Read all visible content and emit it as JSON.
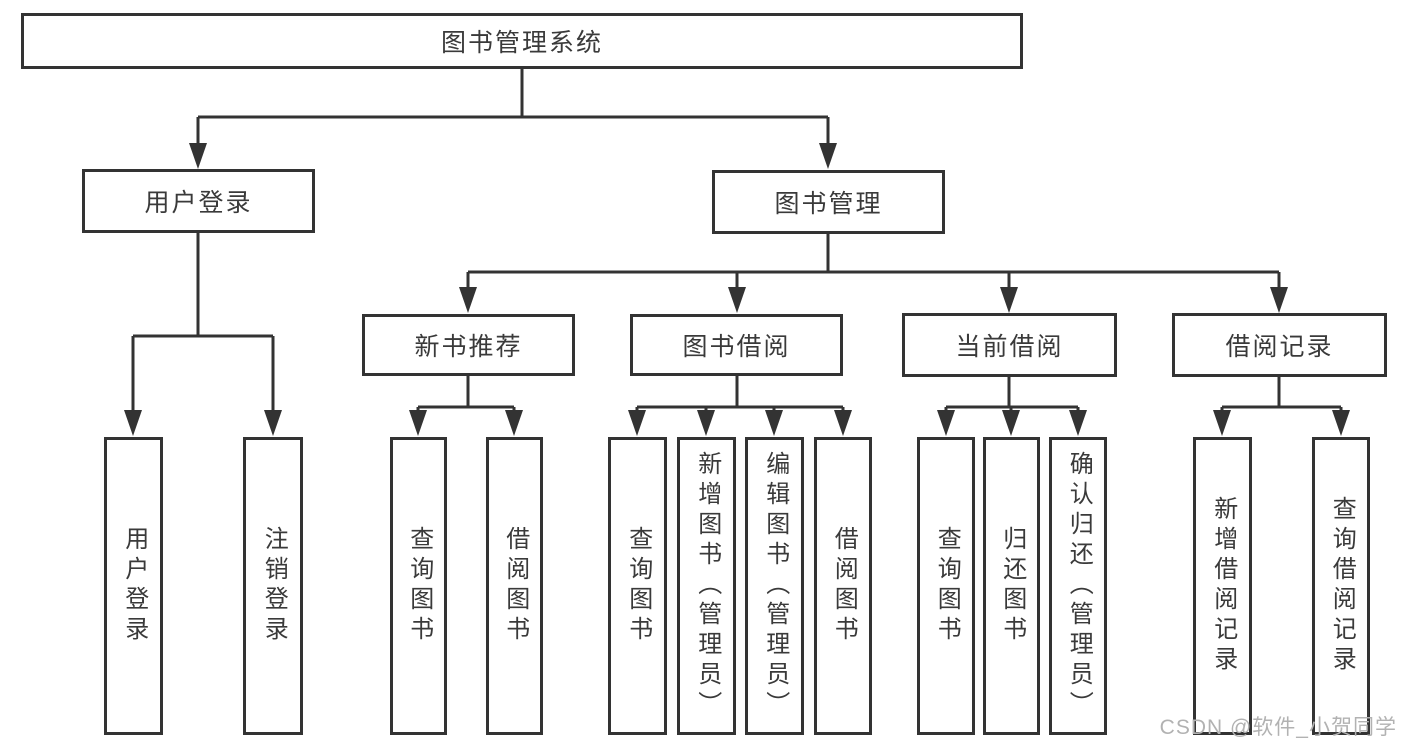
{
  "diagram_title": "图书管理系统",
  "tree": {
    "label": "图书管理系统",
    "children": [
      {
        "label": "用户登录",
        "children": [
          {
            "label": "用户登录"
          },
          {
            "label": "注销登录"
          }
        ]
      },
      {
        "label": "图书管理",
        "children": [
          {
            "label": "新书推荐",
            "children": [
              {
                "label": "查询图书"
              },
              {
                "label": "借阅图书"
              }
            ]
          },
          {
            "label": "图书借阅",
            "children": [
              {
                "label": "查询图书"
              },
              {
                "label": "新增图书（管理员）"
              },
              {
                "label": "编辑图书（管理员）"
              },
              {
                "label": "借阅图书"
              }
            ]
          },
          {
            "label": "当前借阅",
            "children": [
              {
                "label": "查询图书"
              },
              {
                "label": "归还图书"
              },
              {
                "label": "确认归还（管理员）"
              }
            ]
          },
          {
            "label": "借阅记录",
            "children": [
              {
                "label": "新增借阅记录"
              },
              {
                "label": "查询借阅记录"
              }
            ]
          }
        ]
      }
    ]
  },
  "watermark": {
    "text": "CSDN @软件_小贺同学"
  },
  "colors": {
    "background": "#ffffff",
    "line": "#333333",
    "box_border": "#333333",
    "box_fill": "#ffffff",
    "text": "#3a3a3a",
    "watermark_text": "#b2b2b2"
  }
}
